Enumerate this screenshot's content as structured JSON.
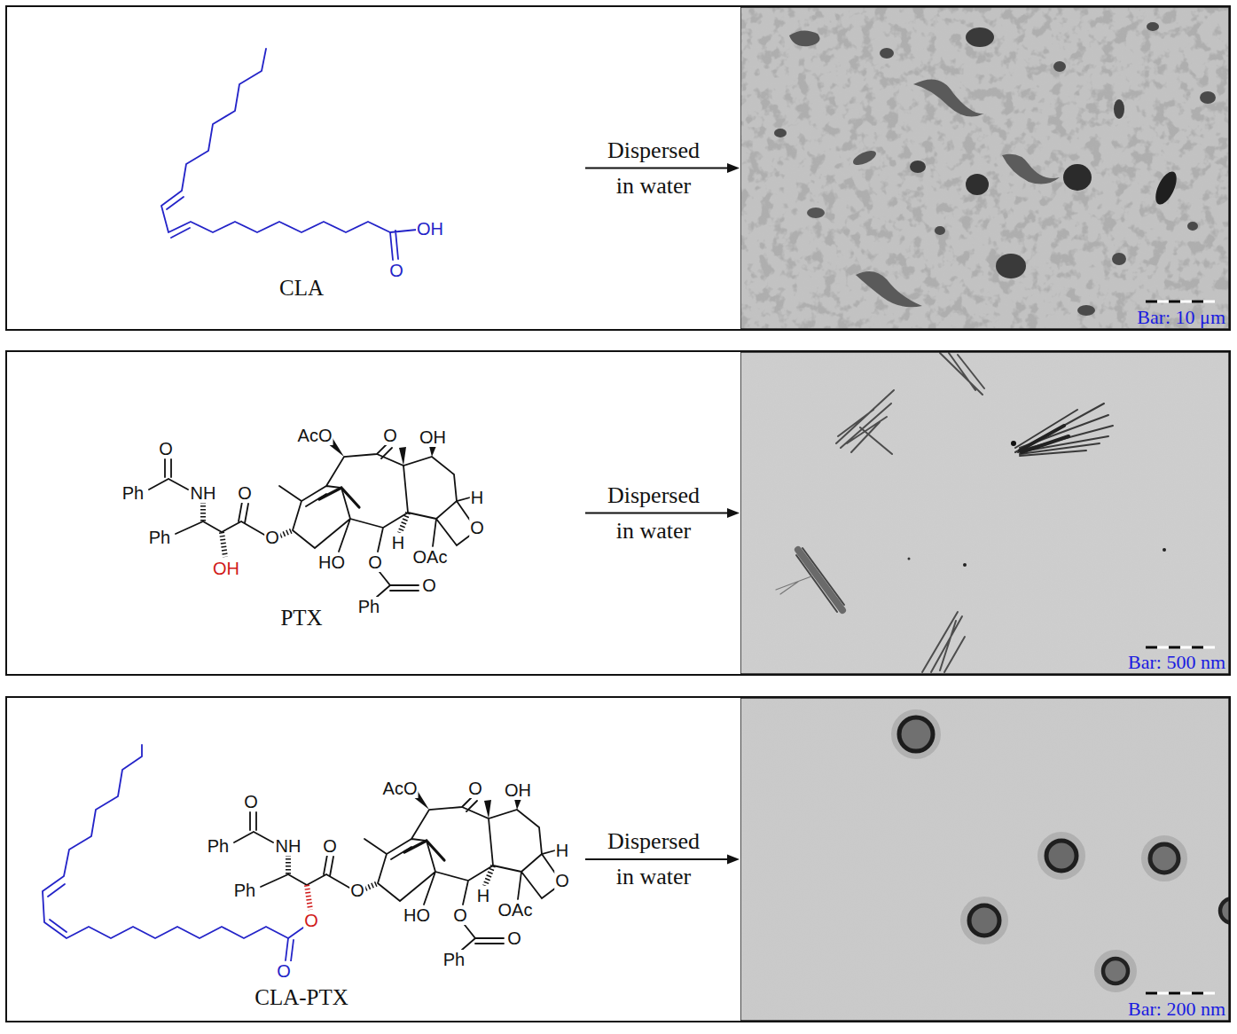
{
  "diagram": {
    "nodes": [
      {
        "text": [
          "CLA"
        ]
      },
      {
        "text": [
          "Bar: 10 μm"
        ]
      },
      {
        "text": [
          "PTX"
        ]
      },
      {
        "text": [
          "Bar: 500 nm"
        ]
      },
      {
        "text": [
          "CLA-PTX"
        ]
      },
      {
        "text": [
          "Bar: 200 nm"
        ]
      }
    ],
    "edges": [
      {
        "from": 0,
        "to": 1,
        "arrow": "to",
        "label": "Dispersed in water"
      },
      {
        "from": 2,
        "to": 3,
        "arrow": "to",
        "label": "Dispersed in water"
      },
      {
        "from": 4,
        "to": 5,
        "arrow": "to",
        "label": "Dispersed in water"
      }
    ],
    "labels": [
      "OH",
      "O",
      "AcO",
      "O",
      "OH",
      "O",
      "Ph",
      "NH",
      "O",
      "H",
      "Ph",
      "O",
      "O",
      "OH",
      "HO",
      "O",
      "H",
      "OAc",
      "O",
      "Ph",
      "AcO",
      "O",
      "OH",
      "O",
      "Ph",
      "NH",
      "O",
      "H",
      "Ph",
      "O",
      "O",
      "O",
      "HO",
      "O",
      "H",
      "OAc",
      "O",
      "Ph",
      "O"
    ]
  }
}
